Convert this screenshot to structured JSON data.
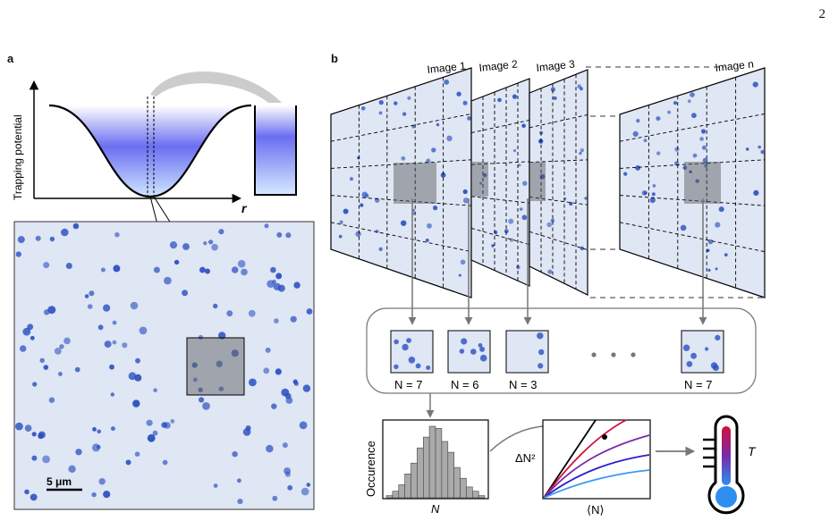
{
  "page_number": "2",
  "panel_a": {
    "letter": "a",
    "ylabel": "Trapping potential",
    "xlabel": "r",
    "scalebar": "5 μm"
  },
  "panel_b": {
    "letter": "b",
    "images": [
      "Image 1",
      "Image 2",
      "Image 3",
      "Image n"
    ],
    "counts": [
      "N = 7",
      "N = 6",
      "N = 3",
      "N = 7"
    ],
    "hist_ylabel": "Occurence",
    "hist_xlabel": "N",
    "fluct_ylabel": "ΔN²",
    "fluct_xlabel": "⟨N⟩",
    "thermo_label": "T"
  },
  "chart_data": [
    {
      "type": "bar",
      "title": "",
      "xlabel": "N",
      "ylabel": "Occurence",
      "values": [
        1,
        3,
        6,
        11,
        16,
        23,
        28,
        33,
        32,
        26,
        21,
        14,
        9,
        5,
        3,
        1
      ]
    },
    {
      "type": "line",
      "title": "",
      "xlabel": "⟨N⟩",
      "ylabel": "ΔN²",
      "series": [
        {
          "color": "#000000"
        },
        {
          "color": "#d0103a"
        },
        {
          "color": "#7a2aa8"
        },
        {
          "color": "#2b1fd0"
        },
        {
          "color": "#3a9aee"
        }
      ]
    }
  ],
  "colors": {
    "atom": "#2a4fc0",
    "background": "#dfe6f4",
    "grey": "#777777"
  }
}
